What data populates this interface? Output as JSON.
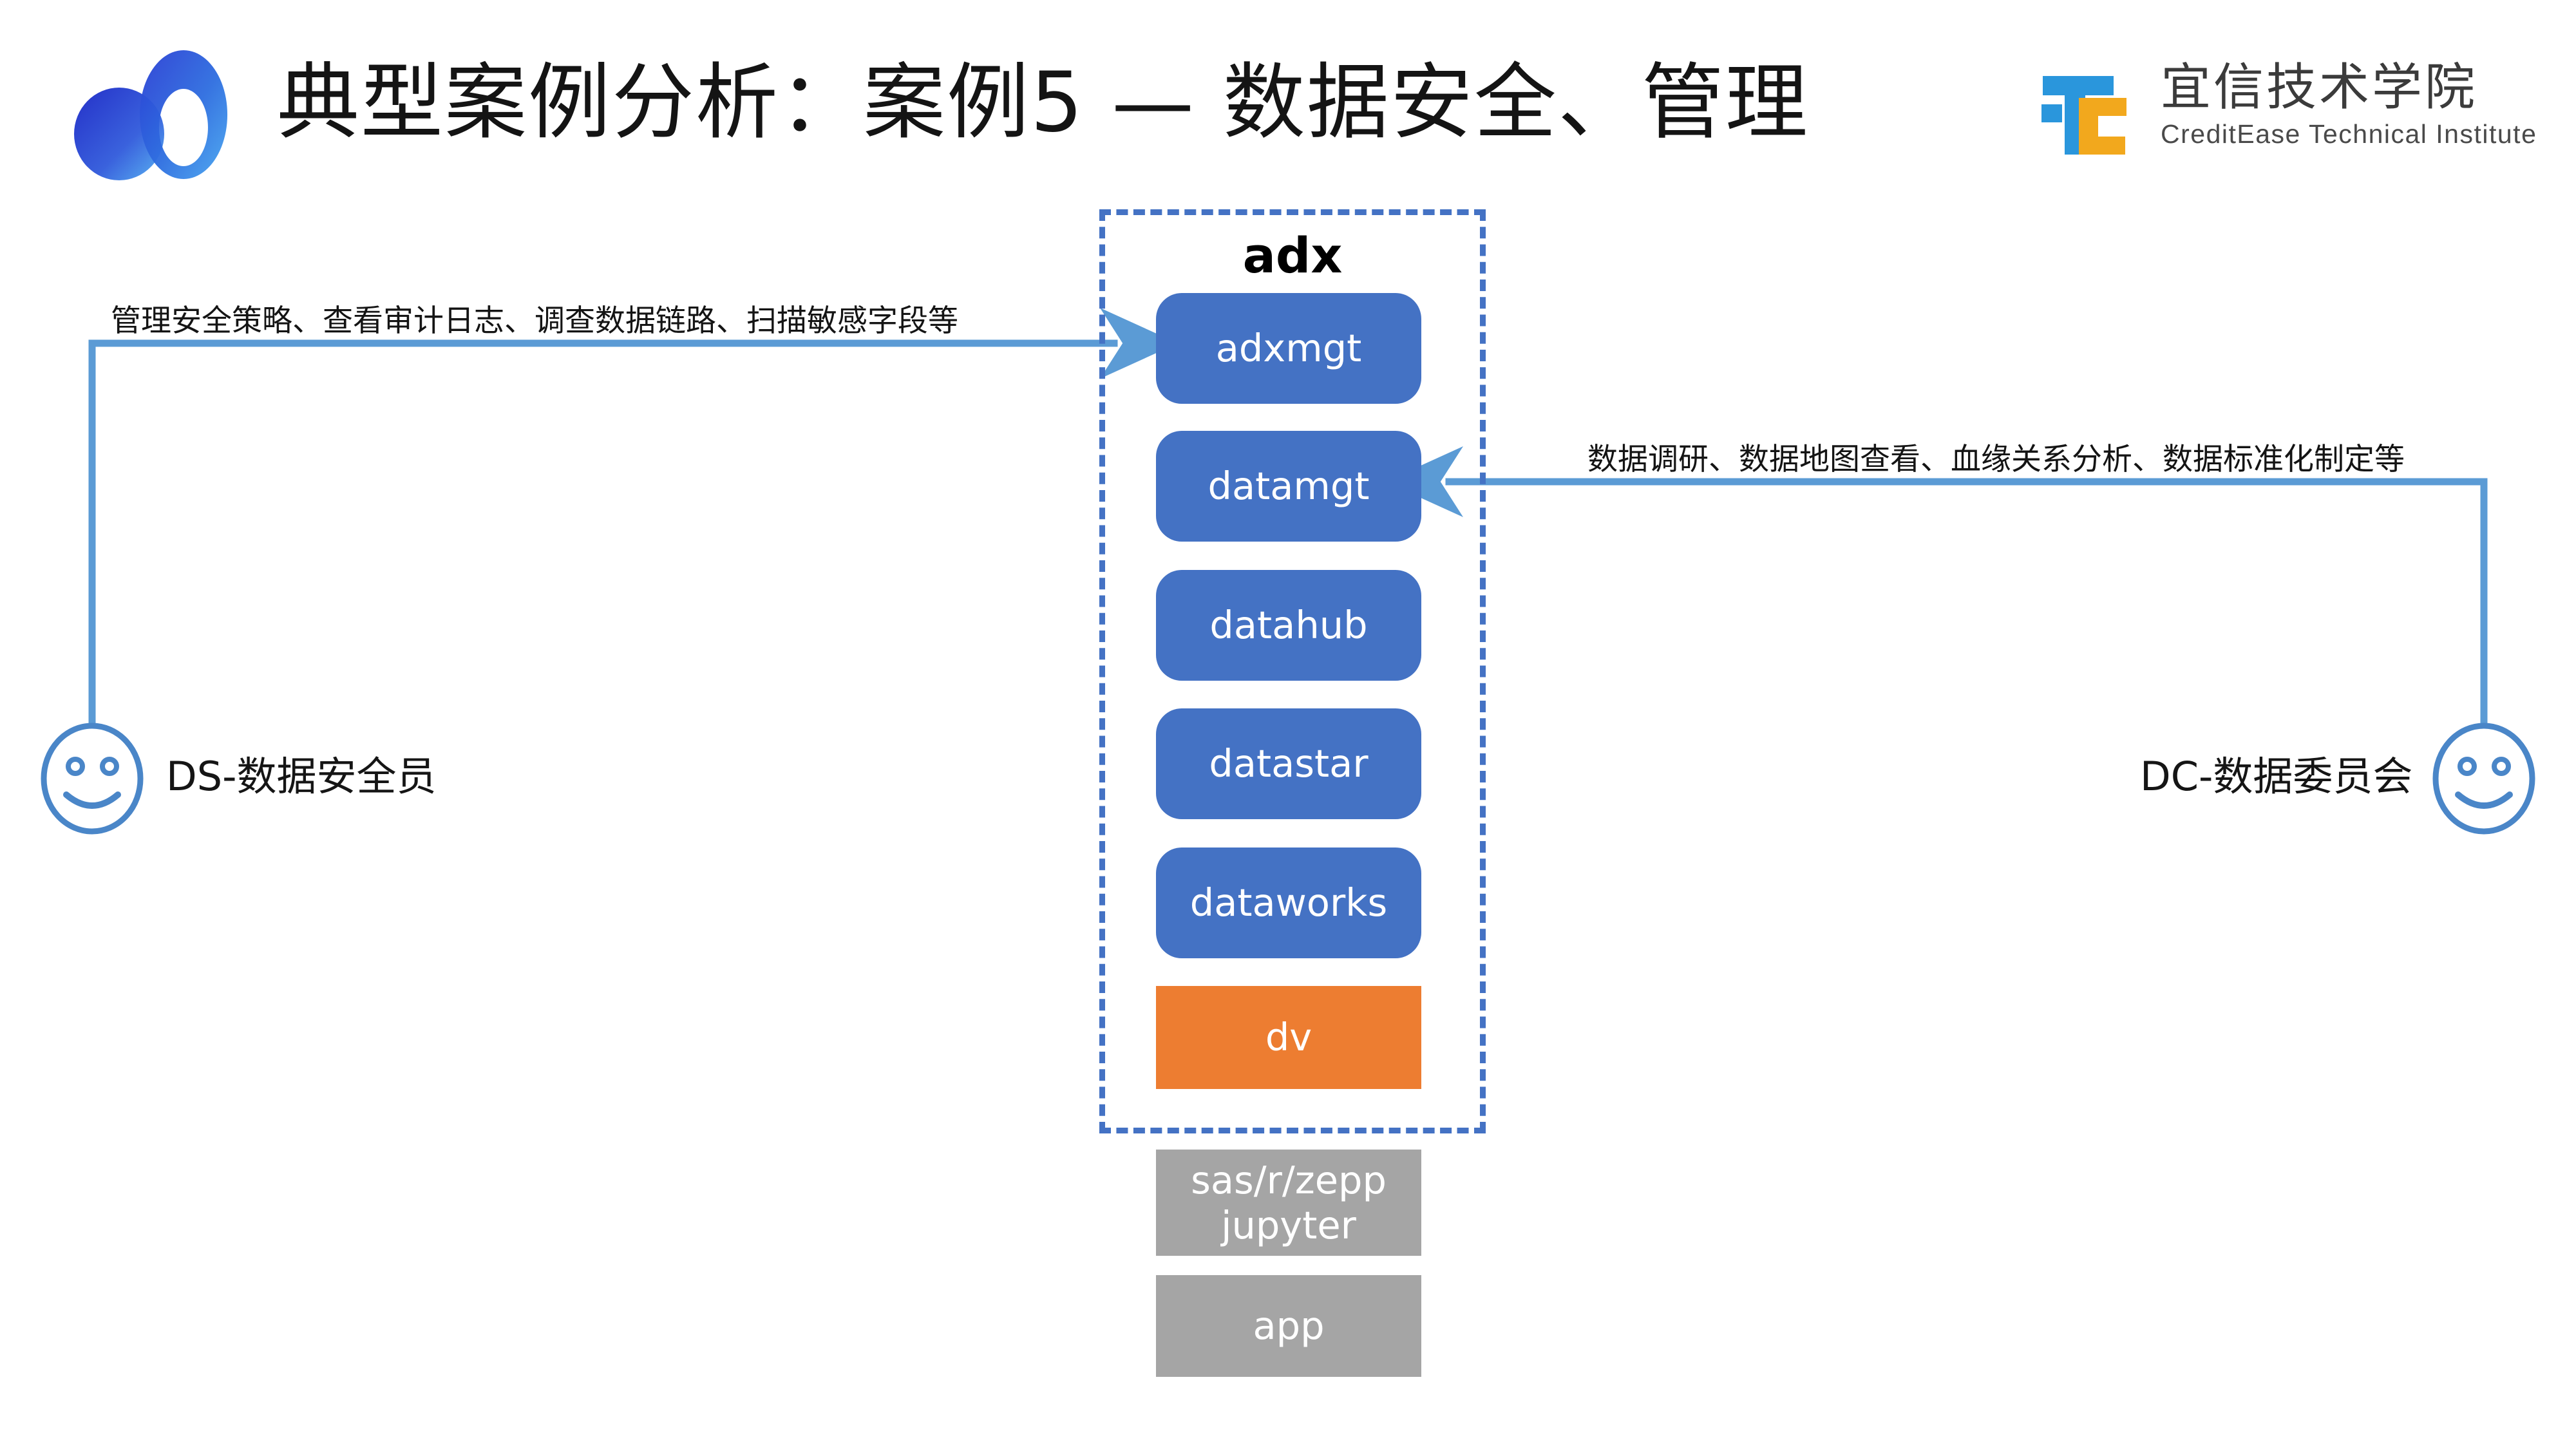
{
  "header": {
    "title": "典型案例分析：案例5 — 数据安全、管理",
    "brand_logo_name": "interlocking-circles-logo",
    "institute": {
      "mark_name": "tc-monogram-logo",
      "name_cn": "宜信技术学院",
      "name_en": "CreditEase Technical Institute"
    }
  },
  "diagram": {
    "container_label": "adx",
    "stack": [
      {
        "label": "adxmgt",
        "color": "#4472C4",
        "style": "blue-rounded"
      },
      {
        "label": "datamgt",
        "color": "#4472C4",
        "style": "blue-rounded"
      },
      {
        "label": "datahub",
        "color": "#4472C4",
        "style": "blue-rounded"
      },
      {
        "label": "datastar",
        "color": "#4472C4",
        "style": "blue-rounded"
      },
      {
        "label": "dataworks",
        "color": "#4472C4",
        "style": "blue-rounded"
      },
      {
        "label": "dv",
        "color": "#ED7D31",
        "style": "orange-square"
      },
      {
        "label": "sas/r/zepp\njupyter",
        "color": "#A5A5A5",
        "style": "gray-square"
      },
      {
        "label": "app",
        "color": "#A5A5A5",
        "style": "gray-square"
      }
    ],
    "stack_labels": {
      "adxmgt": "adxmgt",
      "datamgt": "datamgt",
      "datahub": "datahub",
      "datastar": "datastar",
      "dataworks": "dataworks",
      "dv": "dv",
      "sas_line1": "sas/r/zepp",
      "sas_line2": "jupyter",
      "app": "app"
    },
    "actors": [
      {
        "id": "ds",
        "label": "DS-数据安全员",
        "side": "left",
        "connector_label": "管理安全策略、查看审计日志、调查数据链路、扫描敏感字段等",
        "connects_to": "adxmgt"
      },
      {
        "id": "dc",
        "label": "DC-数据委员会",
        "side": "right",
        "connector_label": "数据调研、数据地图查看、血缘关系分析、数据标准化制定等",
        "connects_to": "datamgt"
      }
    ],
    "colors": {
      "accent_blue": "#4472C4",
      "connector_blue": "#5B9BD5",
      "orange": "#ED7D31",
      "gray": "#A5A5A5",
      "dashed_border": "#4472C4"
    }
  }
}
